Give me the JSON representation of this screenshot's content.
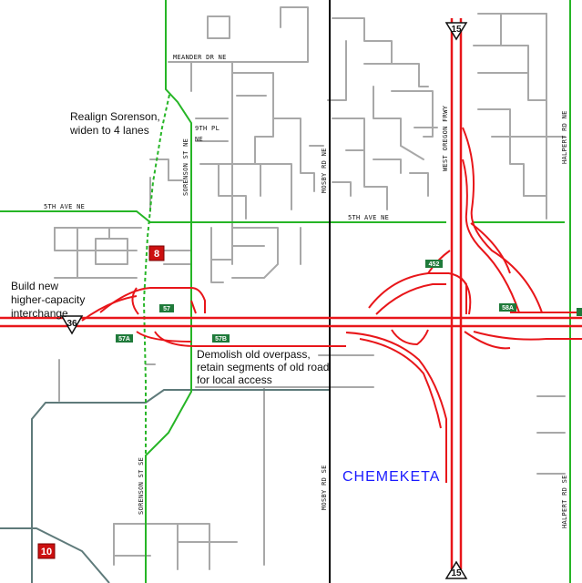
{
  "colors": {
    "local_street": "#a8a8a8",
    "arterial": "#26b526",
    "freeway": "#e8161a",
    "county_road": "#5e7a7a",
    "city_line": "#000000",
    "exit_tab": "#1f7a3a",
    "marker_box": "#cc1010",
    "city_label": "#1a1aff"
  },
  "streets": {
    "meander": "MEANDER DR NE",
    "ninth_pl_a": "9TH PL",
    "ninth_pl_b": "NE",
    "sorenson_ne": "SORENSON ST NE",
    "mosby_ne": "MOSBY RD NE",
    "west_oregon": "WEST OREGON FRWY",
    "halpert_ne": "HALPERT RD NE",
    "fifth_ave_w": "5TH AVE NE",
    "fifth_ave_e": "5TH AVE NE",
    "sorenson_se": "SORENSON ST SE",
    "mosby_se": "MOSBY RD SE",
    "halpert_se": "HALPERT RD SE"
  },
  "exits": {
    "e57": "57",
    "e57a": "57A",
    "e57b": "57B",
    "e452": "452",
    "e58a": "58A"
  },
  "shields": {
    "route15_top": "15",
    "route15_bottom": "15",
    "route36": "36"
  },
  "markers": {
    "m8": "8",
    "m10": "10"
  },
  "notes": {
    "realign_1": "Realign Sorenson,",
    "realign_2": "widen to 4 lanes",
    "build_1": "Build new",
    "build_2": "higher-capacity",
    "build_3": "interchange",
    "demolish_1": "Demolish old overpass,",
    "demolish_2": "retain segments of old road",
    "demolish_3": "for local access"
  },
  "city": "CHEMEKETA"
}
